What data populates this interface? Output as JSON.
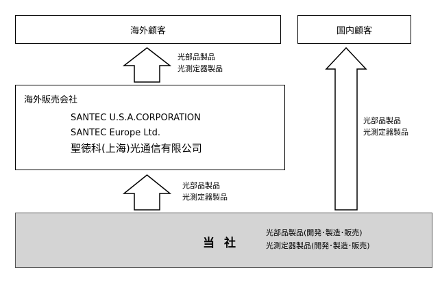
{
  "overseas_customers": "海外顧客",
  "domestic_customers": "国内顧客",
  "sales_companies": {
    "title": "海外販売会社",
    "companies": [
      "SANTEC U.S.A.CORPORATION",
      "SANTEC Europe Ltd.",
      "聖徳科(上海)光通信有限公司"
    ]
  },
  "company": {
    "name": "当社",
    "products": [
      "光部品製品(開発･製造･販売)",
      "光測定器製品(開発･製造･販売)"
    ]
  },
  "flows": [
    {
      "from": "当社",
      "to": "海外販売会社",
      "products": [
        "光部品製品",
        "光測定器製品"
      ]
    },
    {
      "from": "海外販売会社",
      "to": "海外顧客",
      "products": [
        "光部品製品",
        "光測定器製品"
      ]
    },
    {
      "from": "当社",
      "to": "国内顧客",
      "products": [
        "光部品製品",
        "光測定器製品"
      ]
    }
  ],
  "colors": {
    "company_fill": "#d4d4d4",
    "stroke": "#000000"
  }
}
